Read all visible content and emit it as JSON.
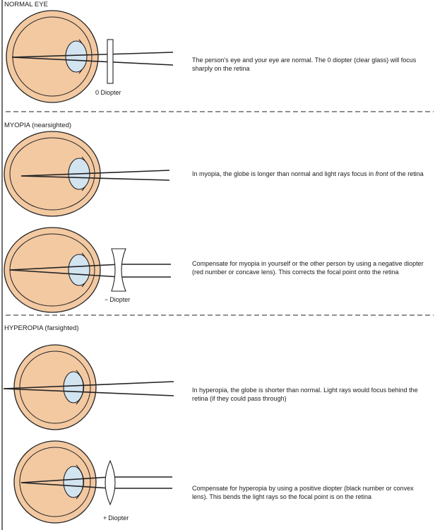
{
  "colors": {
    "sclera_fill": "#F3C9A2",
    "lens_fill": "#D3E4F1",
    "stroke": "#222222",
    "text": "#1a1a1a"
  },
  "sections": {
    "normal": {
      "title": "NORMAL EYE"
    },
    "myopia": {
      "title": "MYOPIA (nearsighted)"
    },
    "hyperopia": {
      "title": "HYPEROPIA (farsighted)"
    }
  },
  "panels": {
    "normal": {
      "lens_label": "0 Diopter",
      "description": "The person's eye and your eye are normal. The 0 diopter (clear glass) will focus sharply on the retina"
    },
    "myopia": {
      "description_before": "In myopia, the globe is longer than normal and light rays focus in ",
      "description_emphasis": "front",
      "description_after": " of the retina"
    },
    "myopia_corrected": {
      "lens_label_sign": "−",
      "lens_label_text": "Diopter",
      "description": "Compensate for myopia in yourself or the other person by using a negative diopter (red number or concave lens). This corrects the focal point onto the retina"
    },
    "hyperopia": {
      "description": "In hyperopia, the globe is shorter than normal. Light rays would focus behind the retina (if they could pass through)"
    },
    "hyperopia_corrected": {
      "lens_label_sign": "+",
      "lens_label_text": "Diopter",
      "description": "Compensate for hyperopia by using a positive diopter (black number or convex lens). This bends the light rays so the focal point is on the retina"
    }
  }
}
